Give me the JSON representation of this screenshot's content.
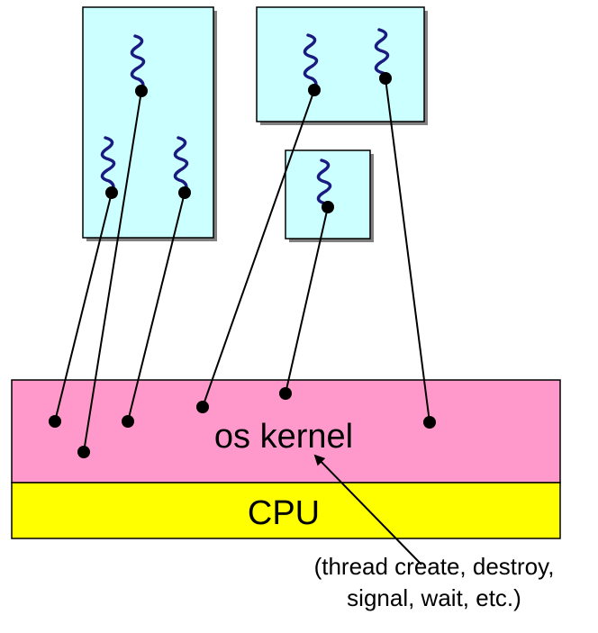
{
  "kernel_label": "os kernel",
  "cpu_label": "CPU",
  "caption": {
    "line1": "(thread create, destroy,",
    "line2": "signal, wait, etc.)"
  },
  "colors": {
    "process_fill": "#ccffff",
    "kernel_fill": "#ff99cc",
    "cpu_fill": "#ffff00",
    "thread_stroke": "#1a1a80",
    "shadow": "#808080",
    "line": "#000000"
  }
}
